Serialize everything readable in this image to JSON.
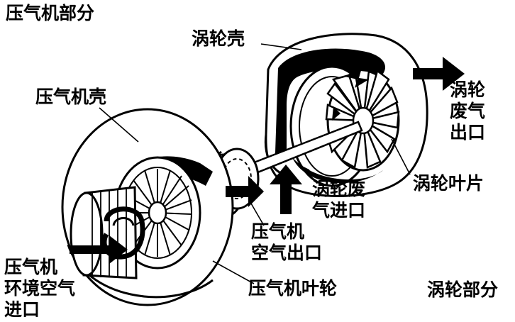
{
  "labels": {
    "compressor_section": "压气机部分",
    "turbine_section": "涡轮部分",
    "turbine_housing": "涡轮壳",
    "compressor_housing": "压气机壳",
    "turbine_exhaust_outlet": [
      "涡轮",
      "废气",
      "出口"
    ],
    "turbine_blades": "涡轮叶片",
    "turbine_exhaust_inlet": [
      "涡轮废",
      "气进口"
    ],
    "compressor_air_outlet": [
      "压气机",
      "空气出口"
    ],
    "compressor_impeller": "压气机叶轮",
    "compressor_ambient_inlet": [
      "压气机",
      "环境空气",
      "进口"
    ]
  },
  "colors": {
    "ink": "#000000",
    "paper": "#ffffff"
  }
}
